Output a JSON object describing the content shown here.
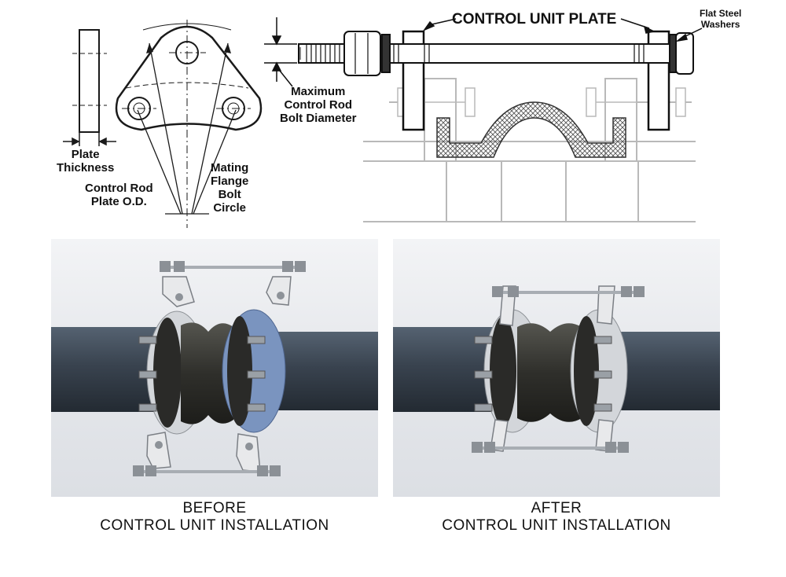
{
  "diagram_labels": {
    "plate_thickness": [
      "Plate",
      "Thickness"
    ],
    "control_rod_plate_od": [
      "Control Rod",
      "Plate O.D."
    ],
    "mating_flange_bolt_circle": [
      "Mating",
      "Flange",
      "Bolt",
      "Circle"
    ],
    "control_unit_plate": "CONTROL UNIT PLATE",
    "flat_steel_washers": [
      "Flat Steel",
      "Washers"
    ],
    "max_bolt_diameter": [
      "Maximum",
      "Control Rod",
      "Bolt Diameter"
    ]
  },
  "photos": {
    "before": {
      "caption": [
        "BEFORE",
        "CONTROL UNIT INSTALLATION"
      ]
    },
    "after": {
      "caption": [
        "AFTER",
        "CONTROL UNIT INSTALLATION"
      ]
    }
  },
  "colors": {
    "line": "#1a1a1a",
    "hatch": "#555555",
    "pipe": "#3a4552",
    "flange_steel": "#c9ccd1",
    "bellows": "#3b3b38",
    "blue_flange": "#6a86b5"
  }
}
